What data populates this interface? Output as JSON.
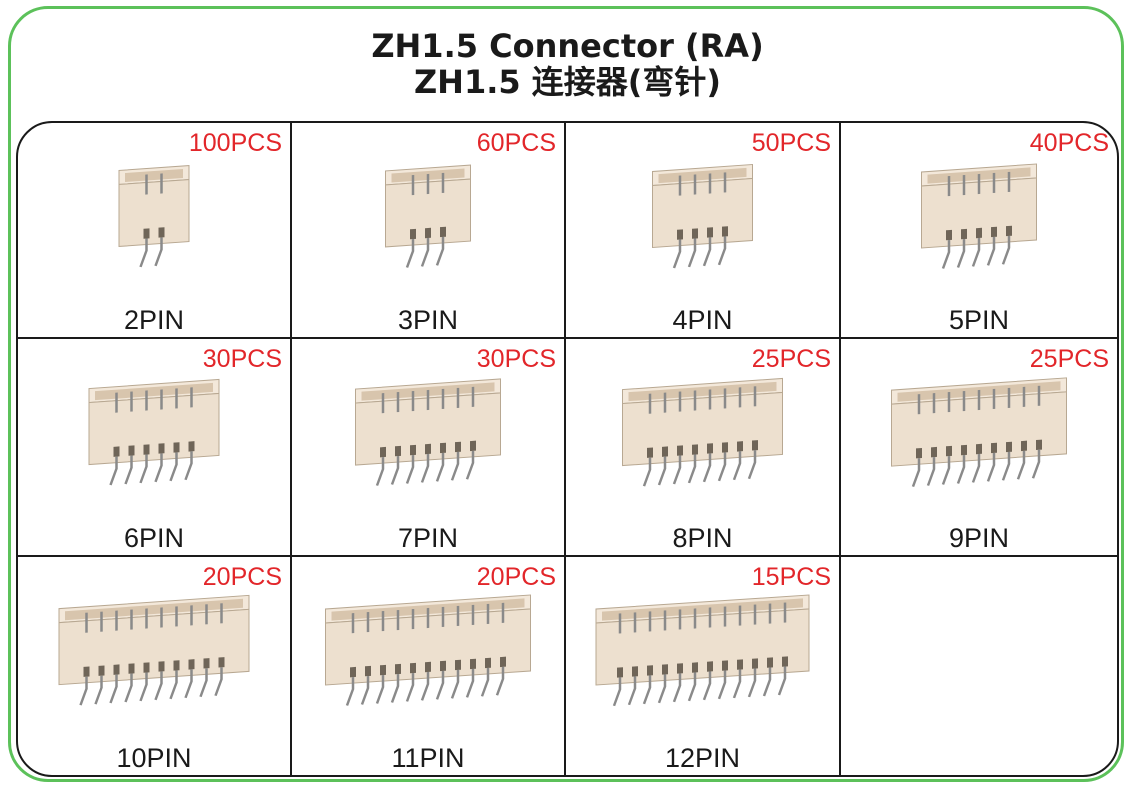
{
  "title": {
    "line1": "ZH1.5 Connector (RA)",
    "line2": "ZH1.5 连接器(弯针)"
  },
  "colors": {
    "frame_green": "#5cc15a",
    "grid_border": "#1a1a1a",
    "pcs_red": "#e2262a",
    "housing": "#ede0cf",
    "pin_metal": "#8a8a8a"
  },
  "icons": {
    "connector": "connector-photo"
  },
  "items": [
    {
      "pin_label": "2PIN",
      "pcs": "100PCS",
      "pins": 2
    },
    {
      "pin_label": "3PIN",
      "pcs": "60PCS",
      "pins": 3
    },
    {
      "pin_label": "4PIN",
      "pcs": "50PCS",
      "pins": 4
    },
    {
      "pin_label": "5PIN",
      "pcs": "40PCS",
      "pins": 5
    },
    {
      "pin_label": "6PIN",
      "pcs": "30PCS",
      "pins": 6
    },
    {
      "pin_label": "7PIN",
      "pcs": "30PCS",
      "pins": 7
    },
    {
      "pin_label": "8PIN",
      "pcs": "25PCS",
      "pins": 8
    },
    {
      "pin_label": "9PIN",
      "pcs": "25PCS",
      "pins": 9
    },
    {
      "pin_label": "10PIN",
      "pcs": "20PCS",
      "pins": 10
    },
    {
      "pin_label": "11PIN",
      "pcs": "20PCS",
      "pins": 11
    },
    {
      "pin_label": "12PIN",
      "pcs": "15PCS",
      "pins": 12
    }
  ]
}
